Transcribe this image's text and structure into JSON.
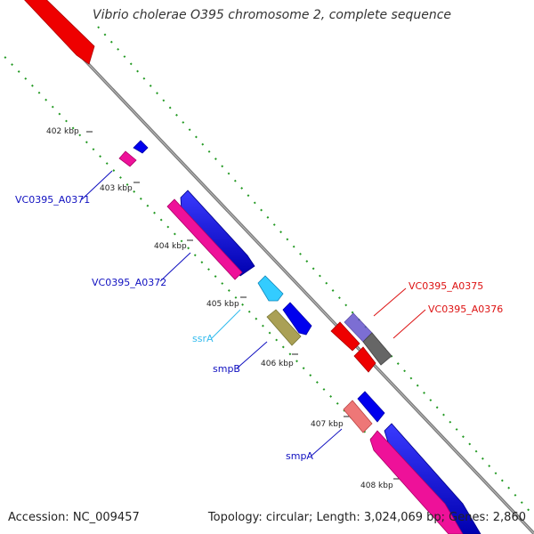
{
  "title": "Vibrio cholerae O395 chromosome 2, complete sequence",
  "footer": {
    "accession": "Accession: NC_009457",
    "summary": "Topology: circular; Length: 3,024,069 bp; Genes: 2,860"
  },
  "ticks": [
    {
      "label": "402 kbp"
    },
    {
      "label": "403 kbp"
    },
    {
      "label": "404 kbp"
    },
    {
      "label": "405 kbp"
    },
    {
      "label": "406 kbp"
    },
    {
      "label": "407 kbp"
    },
    {
      "label": "408 kbp"
    }
  ],
  "gene_labels": [
    {
      "name": "VC0395_A0371",
      "color": "#1010c0"
    },
    {
      "name": "VC0395_A0372",
      "color": "#1010c0"
    },
    {
      "name": "ssrA",
      "color": "#33bbee"
    },
    {
      "name": "smpB",
      "color": "#1010c0"
    },
    {
      "name": "smpA",
      "color": "#1010c0"
    },
    {
      "name": "VC0395_A0375",
      "color": "#dd1111"
    },
    {
      "name": "VC0395_A0376",
      "color": "#dd1111"
    }
  ],
  "colors": {
    "backbone": "#888888",
    "tick_dots": "#228822",
    "forward_cds": "#0000ee",
    "reverse_cds": "#ff0000",
    "pink_track": "#ee1199",
    "rna": "#33ccff",
    "olive": "#aaa055",
    "grey": "#666666",
    "purple": "#6655cc",
    "salmon": "#ee7777"
  }
}
